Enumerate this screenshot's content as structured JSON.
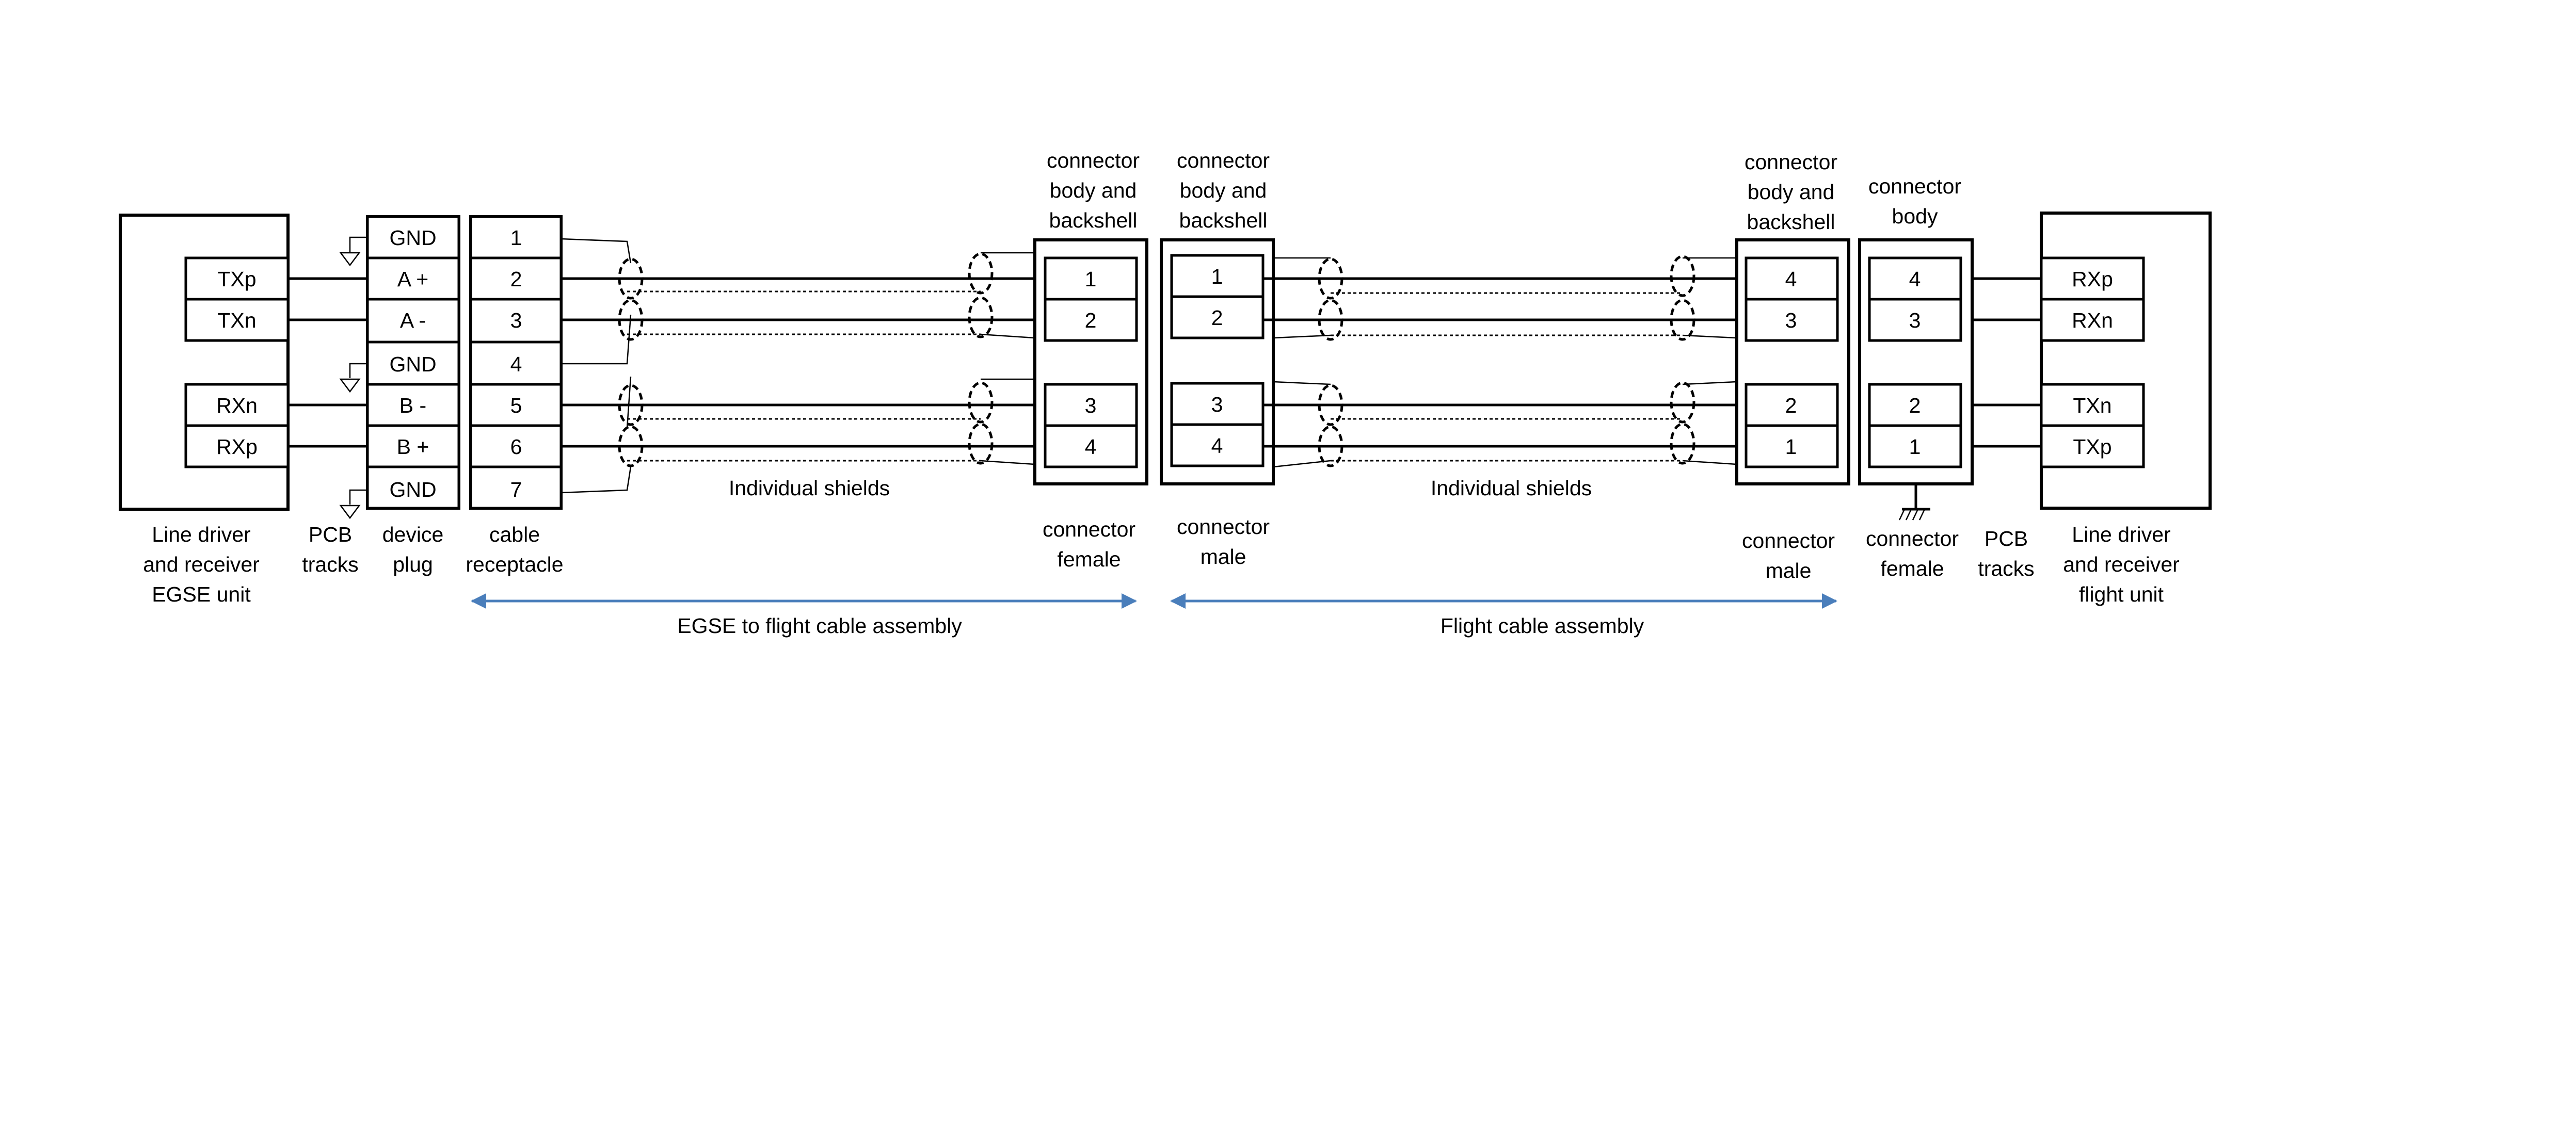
{
  "egse": {
    "unit_label": [
      "Line driver",
      "and receiver",
      "EGSE unit"
    ],
    "driver_pins": [
      "TXp",
      "TXn",
      "RXn",
      "RXp"
    ],
    "pcb_label": [
      "PCB",
      "tracks"
    ],
    "device_plug_label": [
      "device",
      "plug"
    ],
    "device_plug_pins": [
      "GND",
      "A +",
      "A -",
      "GND",
      "B -",
      "B +",
      "GND"
    ],
    "receptacle_label": [
      "cable",
      "receptacle"
    ],
    "receptacle_pins": [
      "1",
      "2",
      "3",
      "4",
      "5",
      "6",
      "7"
    ]
  },
  "cable1": {
    "shield_label": "Individual shields",
    "connector_top_label": [
      "connector",
      "body and",
      "backshell"
    ],
    "connector_bottom_label": [
      "connector",
      "female"
    ],
    "connector_pins": [
      "1",
      "2",
      "3",
      "4"
    ],
    "assembly_label": "EGSE to flight cable assembly"
  },
  "cable2": {
    "start_top_label": [
      "connector",
      "body and",
      "backshell"
    ],
    "start_bottom_label": [
      "connector",
      "male"
    ],
    "start_pins": [
      "1",
      "2",
      "3",
      "4"
    ],
    "shield_label": "Individual shields",
    "end_top_label": [
      "connector",
      "body and",
      "backshell"
    ],
    "end_bottom_label": [
      "connector",
      "male"
    ],
    "end_pins": [
      "4",
      "3",
      "2",
      "1"
    ],
    "assembly_label": "Flight cable assembly"
  },
  "flight": {
    "connector_top_label": [
      "connector",
      "body"
    ],
    "connector_bottom_label": [
      "connector",
      "female"
    ],
    "connector_pins": [
      "4",
      "3",
      "2",
      "1"
    ],
    "pcb_label": [
      "PCB",
      "tracks"
    ],
    "driver_pins": [
      "RXp",
      "RXn",
      "TXn",
      "TXp"
    ],
    "unit_label": [
      "Line driver",
      "and receiver",
      "flight unit"
    ]
  },
  "colors": {
    "line": "#000000",
    "arrow": "#4a7ebb"
  }
}
